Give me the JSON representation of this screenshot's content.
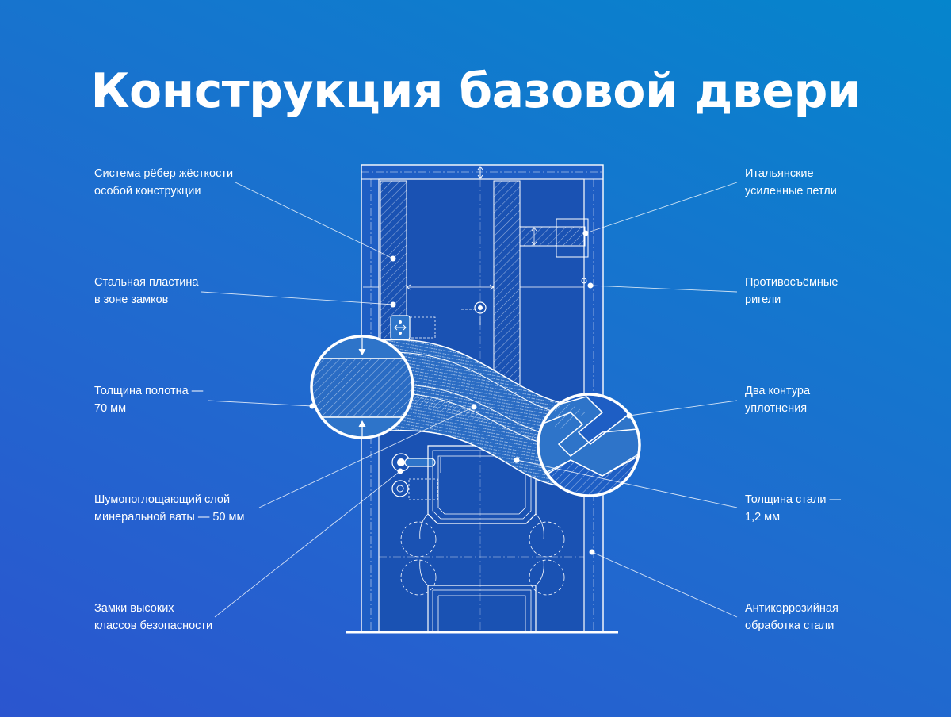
{
  "title": "Конструкция базовой двери",
  "labels": {
    "ribs": {
      "line1": "Система рёбер жёсткости",
      "line2": "особой конструкции"
    },
    "plate": {
      "line1": "Стальная пластина",
      "line2": "в зоне замков"
    },
    "thickness": {
      "line1": "Толщина полотна —",
      "line2": "70 мм"
    },
    "noise": {
      "line1": "Шумопоглощающий слой",
      "line2": "минеральной ваты — 50 мм"
    },
    "locks": {
      "line1": "Замки высоких",
      "line2": "классов безопасности"
    },
    "hinges": {
      "line1": "Итальянские",
      "line2": "усиленные петли"
    },
    "bolts": {
      "line1": "Противосъёмные",
      "line2": "ригели"
    },
    "seals": {
      "line1": "Два контура",
      "line2": "уплотнения"
    },
    "steel": {
      "line1": "Толщина стали —",
      "line2": "1,2 мм"
    },
    "corrosion": {
      "line1": "Антикоррозийная",
      "line2": "обработка стали"
    }
  },
  "colors": {
    "line": "#ffffff",
    "leaf": "#1a52b3",
    "frame": "#1e5ec4",
    "accent": "#2e74c9"
  }
}
